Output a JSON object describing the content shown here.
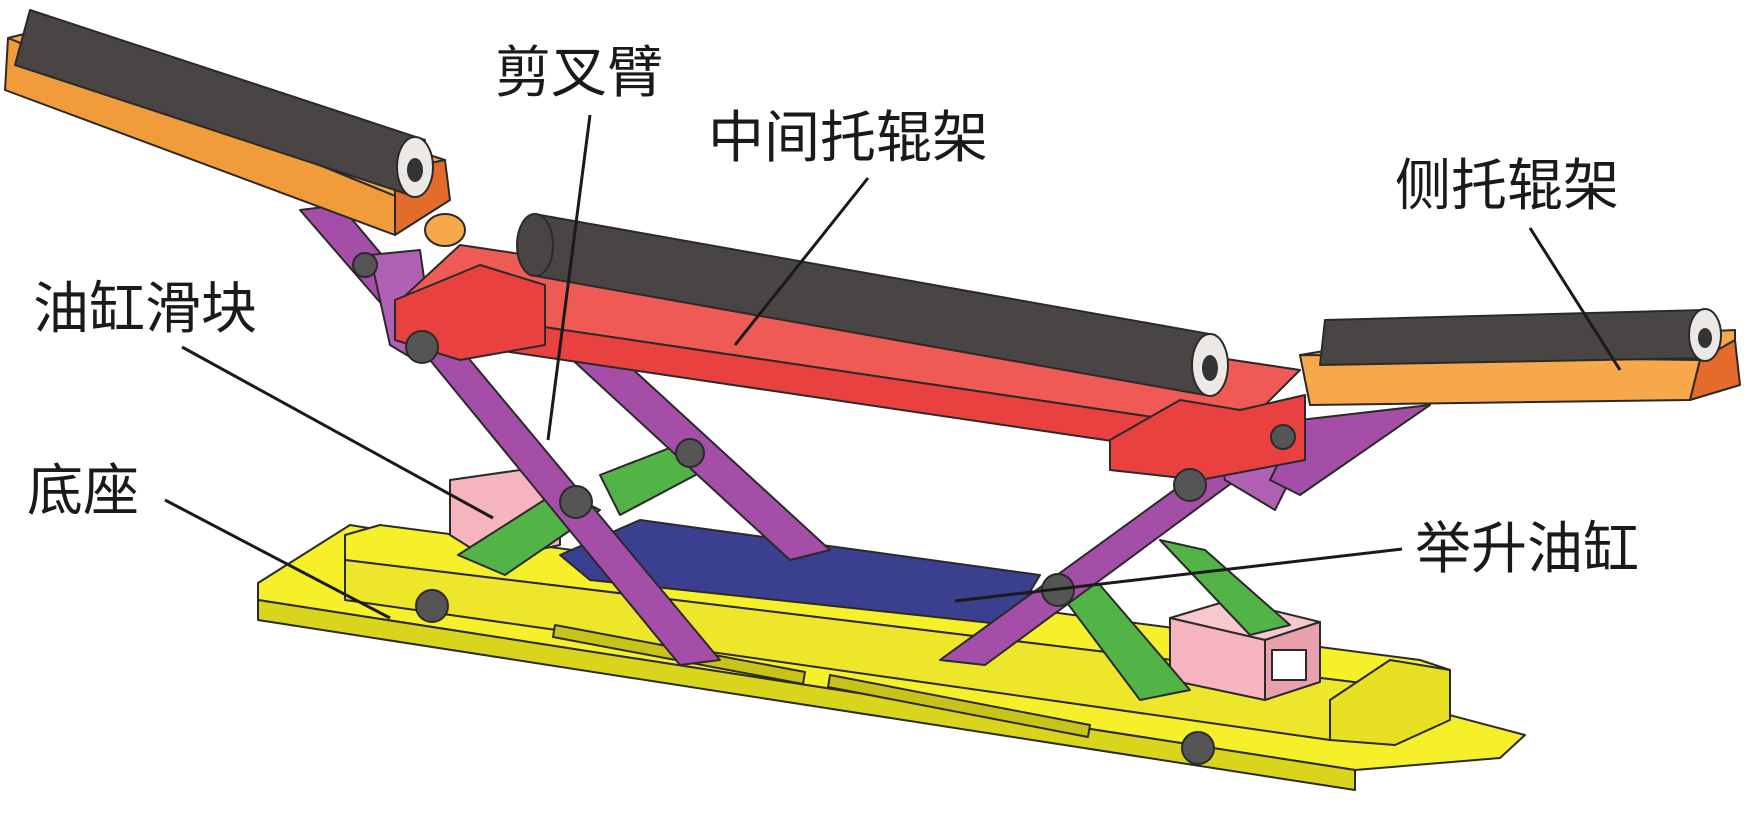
{
  "labels": {
    "scissor_arm": "剪叉臂",
    "middle_roller_frame": "中间托辊架",
    "side_roller_frame": "侧托辊架",
    "cylinder_slider": "油缸滑块",
    "base": "底座",
    "lift_cylinder": "举升油缸"
  },
  "colors": {
    "base": "#f5f02a",
    "scissor_arm": "#a44ea8",
    "middle_frame": "#e8413f",
    "side_frame": "#f6a84a",
    "roller": "#4a4545",
    "lift_cylinder": "#3a3f8f",
    "green_link": "#52b347",
    "slider": "#f5b4be",
    "pin": "#555555"
  }
}
